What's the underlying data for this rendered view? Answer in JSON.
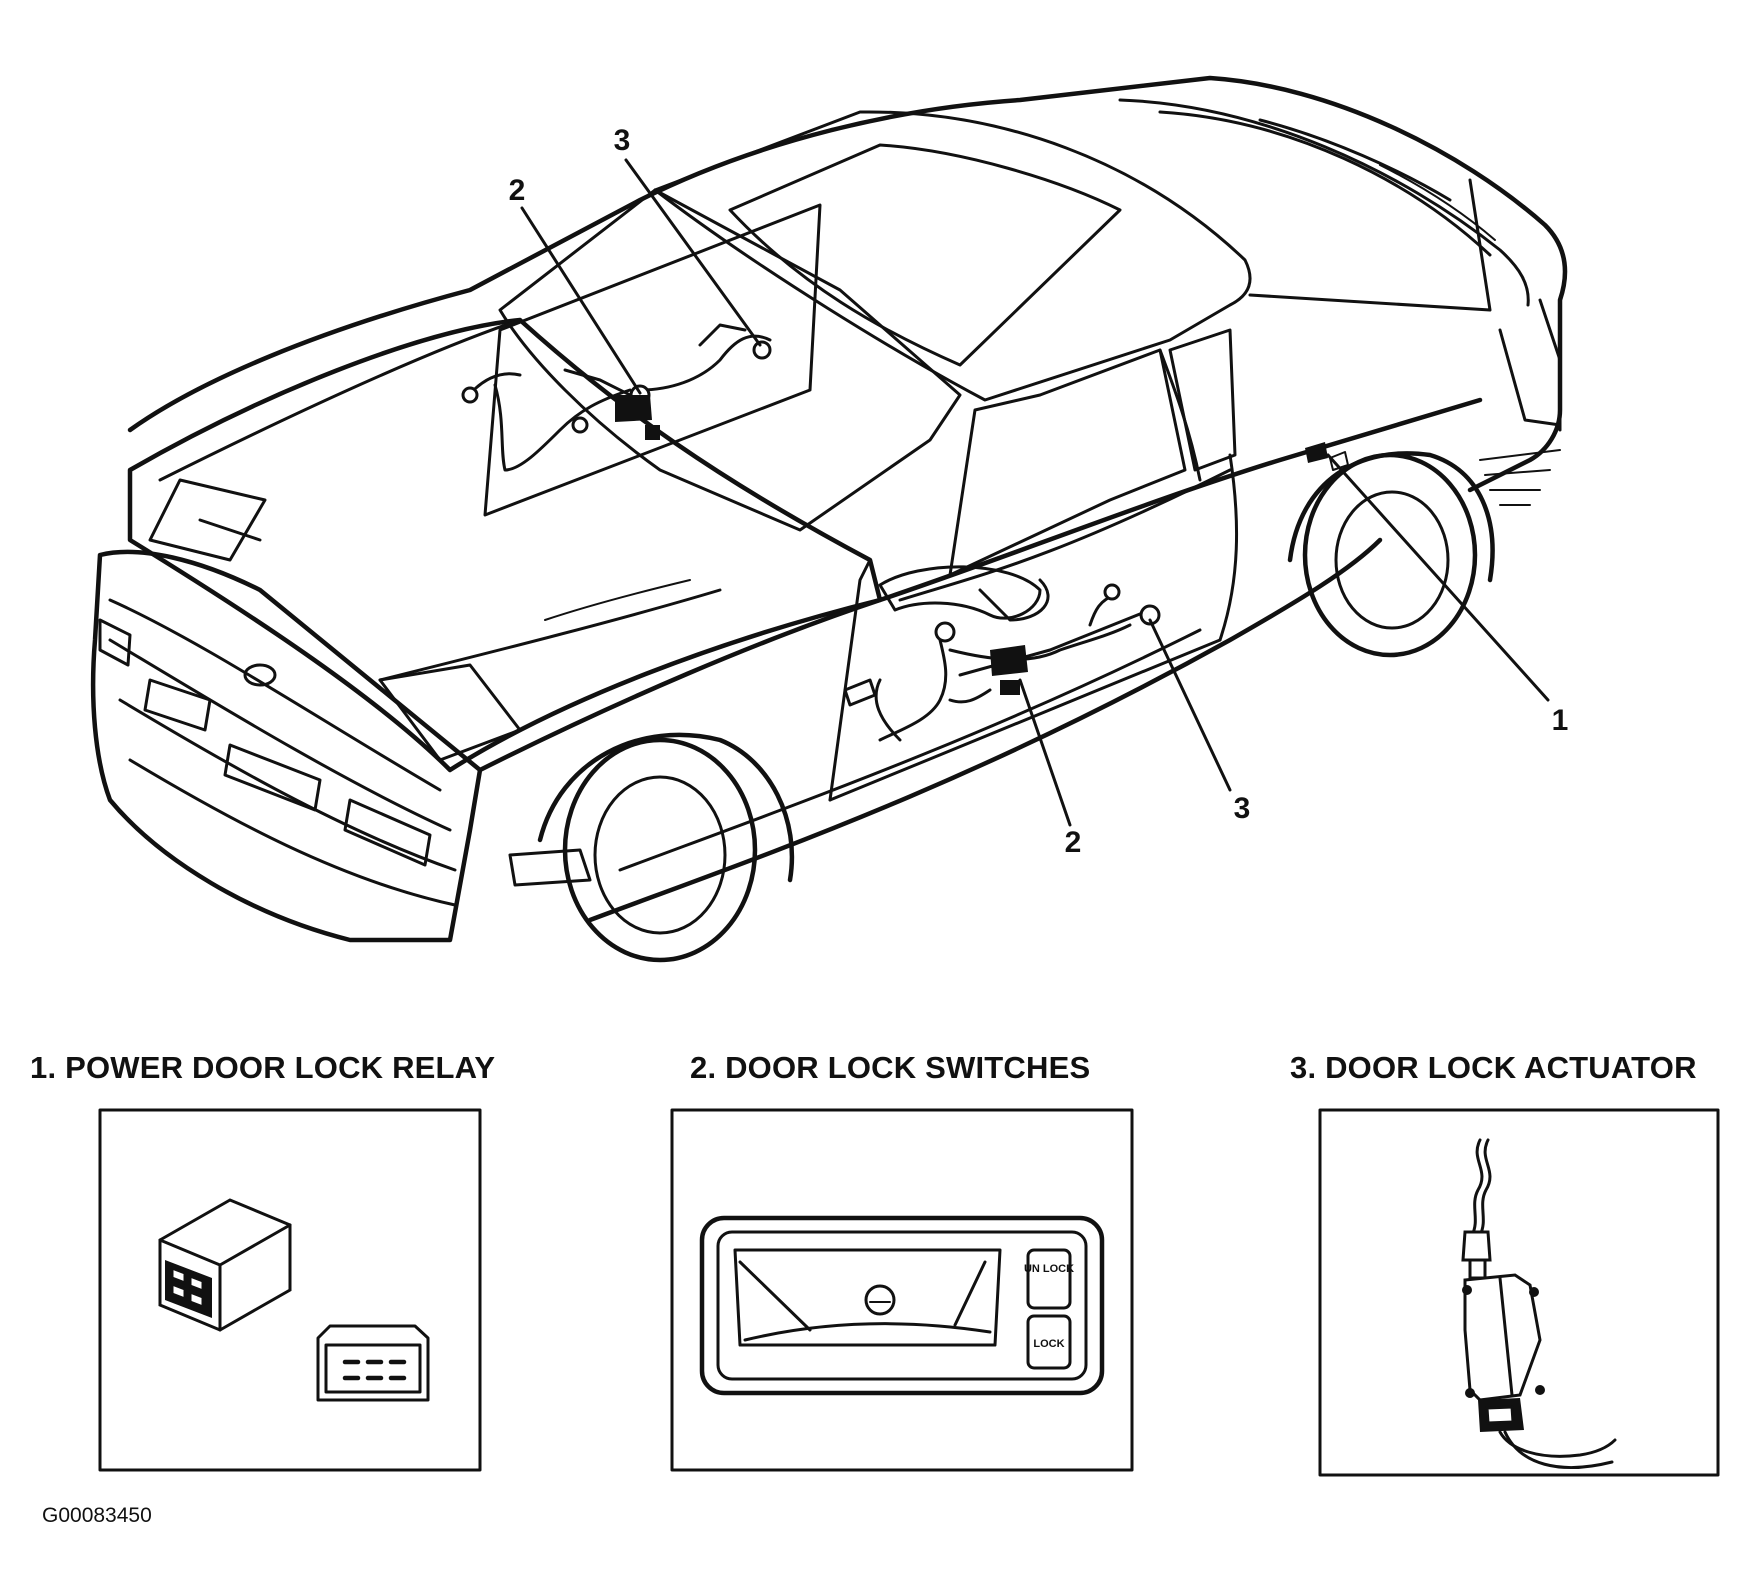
{
  "figure_id": "G00083450",
  "callouts": {
    "top_switch": "2",
    "top_actuator": "3",
    "relay": "1",
    "door_switch": "2",
    "door_actuator": "3"
  },
  "legend": [
    {
      "number": "1.",
      "label": "POWER DOOR LOCK RELAY"
    },
    {
      "number": "2.",
      "label": "DOOR LOCK SWITCHES"
    },
    {
      "number": "3.",
      "label": "DOOR LOCK ACTUATOR"
    }
  ],
  "switch_panel": {
    "unlock_label": "UN LOCK",
    "lock_label": "LOCK"
  }
}
